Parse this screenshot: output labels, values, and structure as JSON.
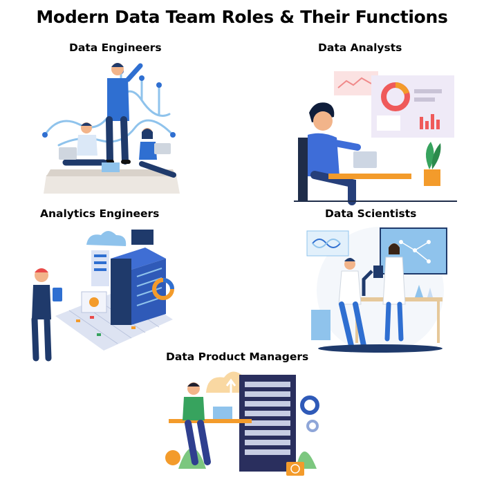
{
  "title": "Modern Data Team Roles & Their Functions",
  "roles": [
    {
      "label": "Data Engineers",
      "illustration": "engineers-pipeline-illustration"
    },
    {
      "label": "Data Analysts",
      "illustration": "analyst-dashboard-illustration"
    },
    {
      "label": "Analytics Engineers",
      "illustration": "analytics-server-illustration"
    },
    {
      "label": "Data Scientists",
      "illustration": "scientists-lab-illustration"
    },
    {
      "label": "Data Product Managers",
      "illustration": "product-manager-cloud-illustration"
    }
  ],
  "colors": {
    "navy": "#1f3a6b",
    "blue": "#2f6fd1",
    "lightblue": "#8fc3ec",
    "skin": "#f2b48a",
    "orange": "#f39b2b",
    "green": "#37a35e",
    "red": "#e94a4a"
  }
}
